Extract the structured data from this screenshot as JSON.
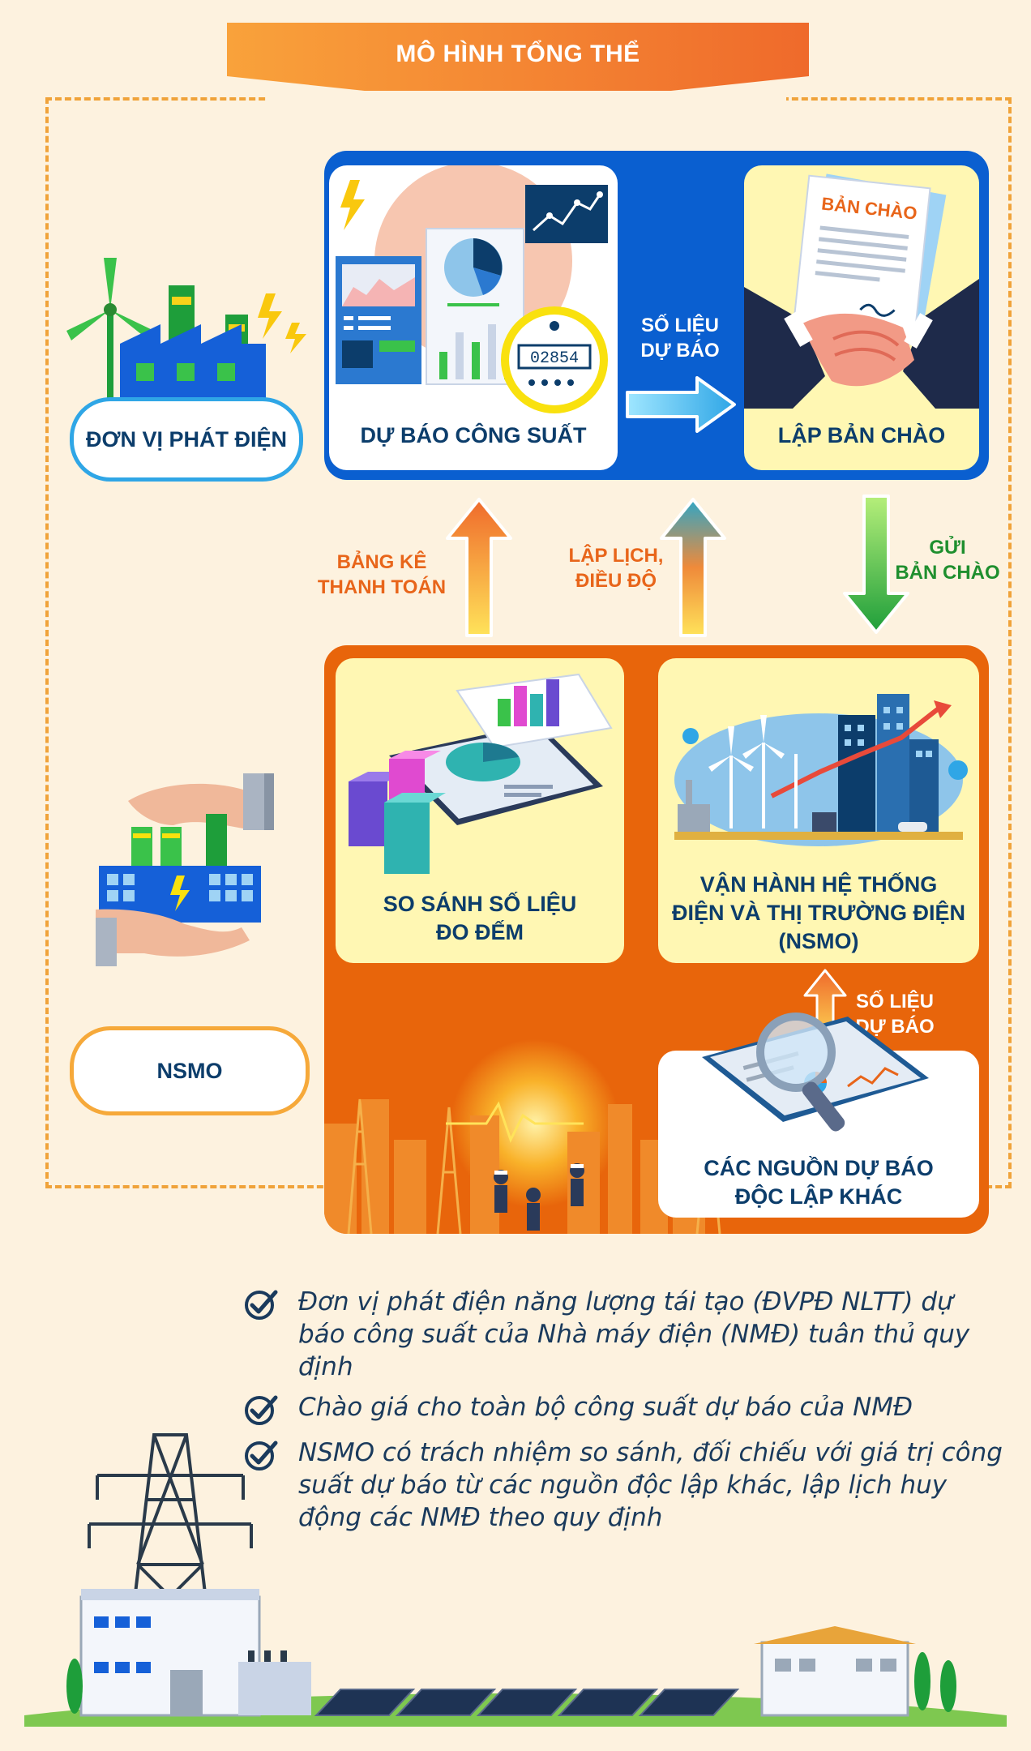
{
  "title": "MÔ HÌNH TỔNG THỂ",
  "nodes": {
    "generator": "ĐƠN VỊ PHÁT ĐIỆN",
    "forecast": "DỰ BÁO CÔNG SUẤT",
    "offer": "LẬP BẢN CHÀO",
    "compare": [
      "SO SÁNH SỐ LIỆU",
      "ĐO ĐẾM"
    ],
    "nsmo_ops": [
      "VẬN HÀNH HỆ THỐNG",
      "ĐIỆN VÀ THỊ TRƯỜNG ĐIỆN",
      "(NSMO)"
    ],
    "other_sources": [
      "CÁC NGUỒN DỰ BÁO",
      "ĐỘC LẬP KHÁC"
    ],
    "nsmo": "NSMO"
  },
  "edges": {
    "forecast_data": [
      "SỐ LIỆU",
      "DỰ BÁO"
    ],
    "payment": [
      "BẢNG KÊ",
      "THANH TOÁN"
    ],
    "dispatch": [
      "LẬP LỊCH,",
      "ĐIỀU ĐỘ"
    ],
    "send_offer": [
      "GỬI",
      "BẢN CHÀO"
    ],
    "forecast_data_2": [
      "SỐ LIỆU",
      "DỰ BÁO"
    ]
  },
  "illustration_text": {
    "offer_doc": "BẢN CHÀO",
    "meter_digits": "02854"
  },
  "bullets": [
    "Đơn vị phát điện năng lượng tái tạo (ĐVPĐ NLTT) dự báo công suất của Nhà máy điện (NMĐ) tuân thủ quy định",
    "Chào giá cho toàn bộ công suất dự báo của NMĐ",
    "NSMO có trách nhiệm so sánh, đối chiếu với giá trị công suất dự báo từ các nguồn độc lập khác, lập lịch huy động các NMĐ theo quy định"
  ],
  "colors": {
    "background": "#fdf2df",
    "blue_panel": "#0a5fd0",
    "orange_panel": "#e8650b",
    "text_navy": "#0c3d6b",
    "label_orange": "#e8651a",
    "label_green": "#1e8f2e"
  },
  "icons": [
    "wind-factory-icon",
    "forecast-dashboard-icon",
    "handshake-offer-icon",
    "hands-factory-icon",
    "charts-phone-icon",
    "city-turbines-icon",
    "magnifier-report-icon",
    "sunset-city-icon",
    "check-icon",
    "transmission-tower-icon",
    "solar-plant-icon"
  ]
}
